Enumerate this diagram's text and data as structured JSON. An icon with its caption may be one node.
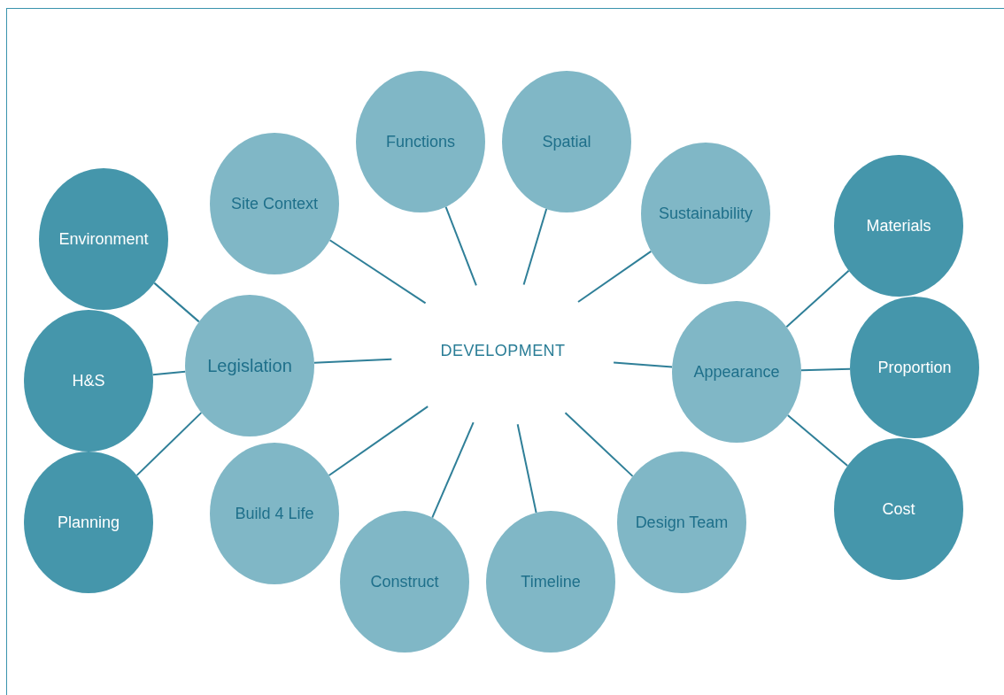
{
  "diagram": {
    "nodes": [
      {
        "text": [
          "DEVELOPMENT"
        ]
      },
      {
        "text": [
          "Site Context"
        ]
      },
      {
        "text": [
          "Functions"
        ]
      },
      {
        "text": [
          "Spatial"
        ]
      },
      {
        "text": [
          "Sustainability"
        ]
      },
      {
        "text": [
          "Environment"
        ]
      },
      {
        "text": [
          "Materials"
        ]
      },
      {
        "text": [
          "Legislation"
        ]
      },
      {
        "text": [
          "H&S"
        ]
      },
      {
        "text": [
          "Appearance"
        ]
      },
      {
        "text": [
          "Proportion"
        ]
      },
      {
        "text": [
          "Planning"
        ]
      },
      {
        "text": [
          "Build 4 Life"
        ]
      },
      {
        "text": [
          "Design Team"
        ]
      },
      {
        "text": [
          "Cost"
        ]
      },
      {
        "text": [
          "Construct"
        ]
      },
      {
        "text": [
          "Timeline"
        ]
      }
    ],
    "edges": [
      {
        "from": 0,
        "to": 1,
        "arrow": "none"
      },
      {
        "from": 0,
        "to": 2,
        "arrow": "none"
      },
      {
        "from": 0,
        "to": 3,
        "arrow": "none"
      },
      {
        "from": 0,
        "to": 4,
        "arrow": "none"
      },
      {
        "from": 0,
        "to": 7,
        "arrow": "none"
      },
      {
        "from": 0,
        "to": 9,
        "arrow": "none"
      },
      {
        "from": 0,
        "to": 12,
        "arrow": "none"
      },
      {
        "from": 0,
        "to": 13,
        "arrow": "none"
      },
      {
        "from": 0,
        "to": 15,
        "arrow": "none"
      },
      {
        "from": 0,
        "to": 16,
        "arrow": "none"
      },
      {
        "from": 7,
        "to": 5,
        "arrow": "none"
      },
      {
        "from": 7,
        "to": 8,
        "arrow": "none"
      },
      {
        "from": 7,
        "to": 11,
        "arrow": "none"
      },
      {
        "from": 9,
        "to": 6,
        "arrow": "none"
      },
      {
        "from": 9,
        "to": 10,
        "arrow": "none"
      },
      {
        "from": 9,
        "to": 14,
        "arrow": "none"
      }
    ]
  }
}
